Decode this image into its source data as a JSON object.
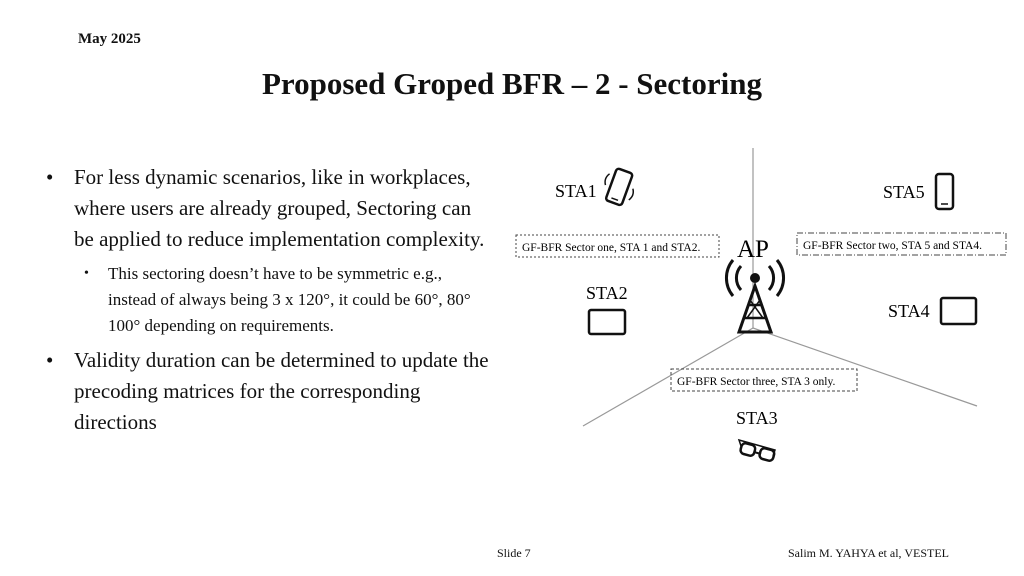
{
  "header": {
    "date": "May 2025"
  },
  "title": "Proposed Groped BFR – 2 - Sectoring",
  "bullets": [
    {
      "text": "For less dynamic scenarios, like in workplaces, where users are already grouped, Sectoring can be applied to reduce implementation complexity."
    },
    {
      "text": "This sectoring doesn’t have to be symmetric e.g., instead of always being 3 x 120°, it could be 60°, 80° 100° depending on requirements."
    },
    {
      "text": "Validity duration can be determined to update the precoding matrices for the corresponding directions"
    }
  ],
  "diagram": {
    "ap_label": "AP",
    "stations": [
      "STA1",
      "STA2",
      "STA3",
      "STA4",
      "STA5"
    ],
    "sector_labels": [
      "GF-BFR Sector one, STA 1 and STA2.",
      "GF-BFR Sector two, STA 5 and STA4.",
      "GF-BFR Sector three, STA 3 only."
    ],
    "icons": {
      "sta1": "phone-tilted-icon",
      "sta2": "tablet-icon",
      "sta3": "vr-glasses-icon",
      "sta4": "tablet-icon",
      "sta5": "phone-icon",
      "ap": "antenna-tower-icon"
    }
  },
  "footer": {
    "slide": "Slide 7",
    "author": "Salim M. YAHYA et al, VESTEL"
  }
}
